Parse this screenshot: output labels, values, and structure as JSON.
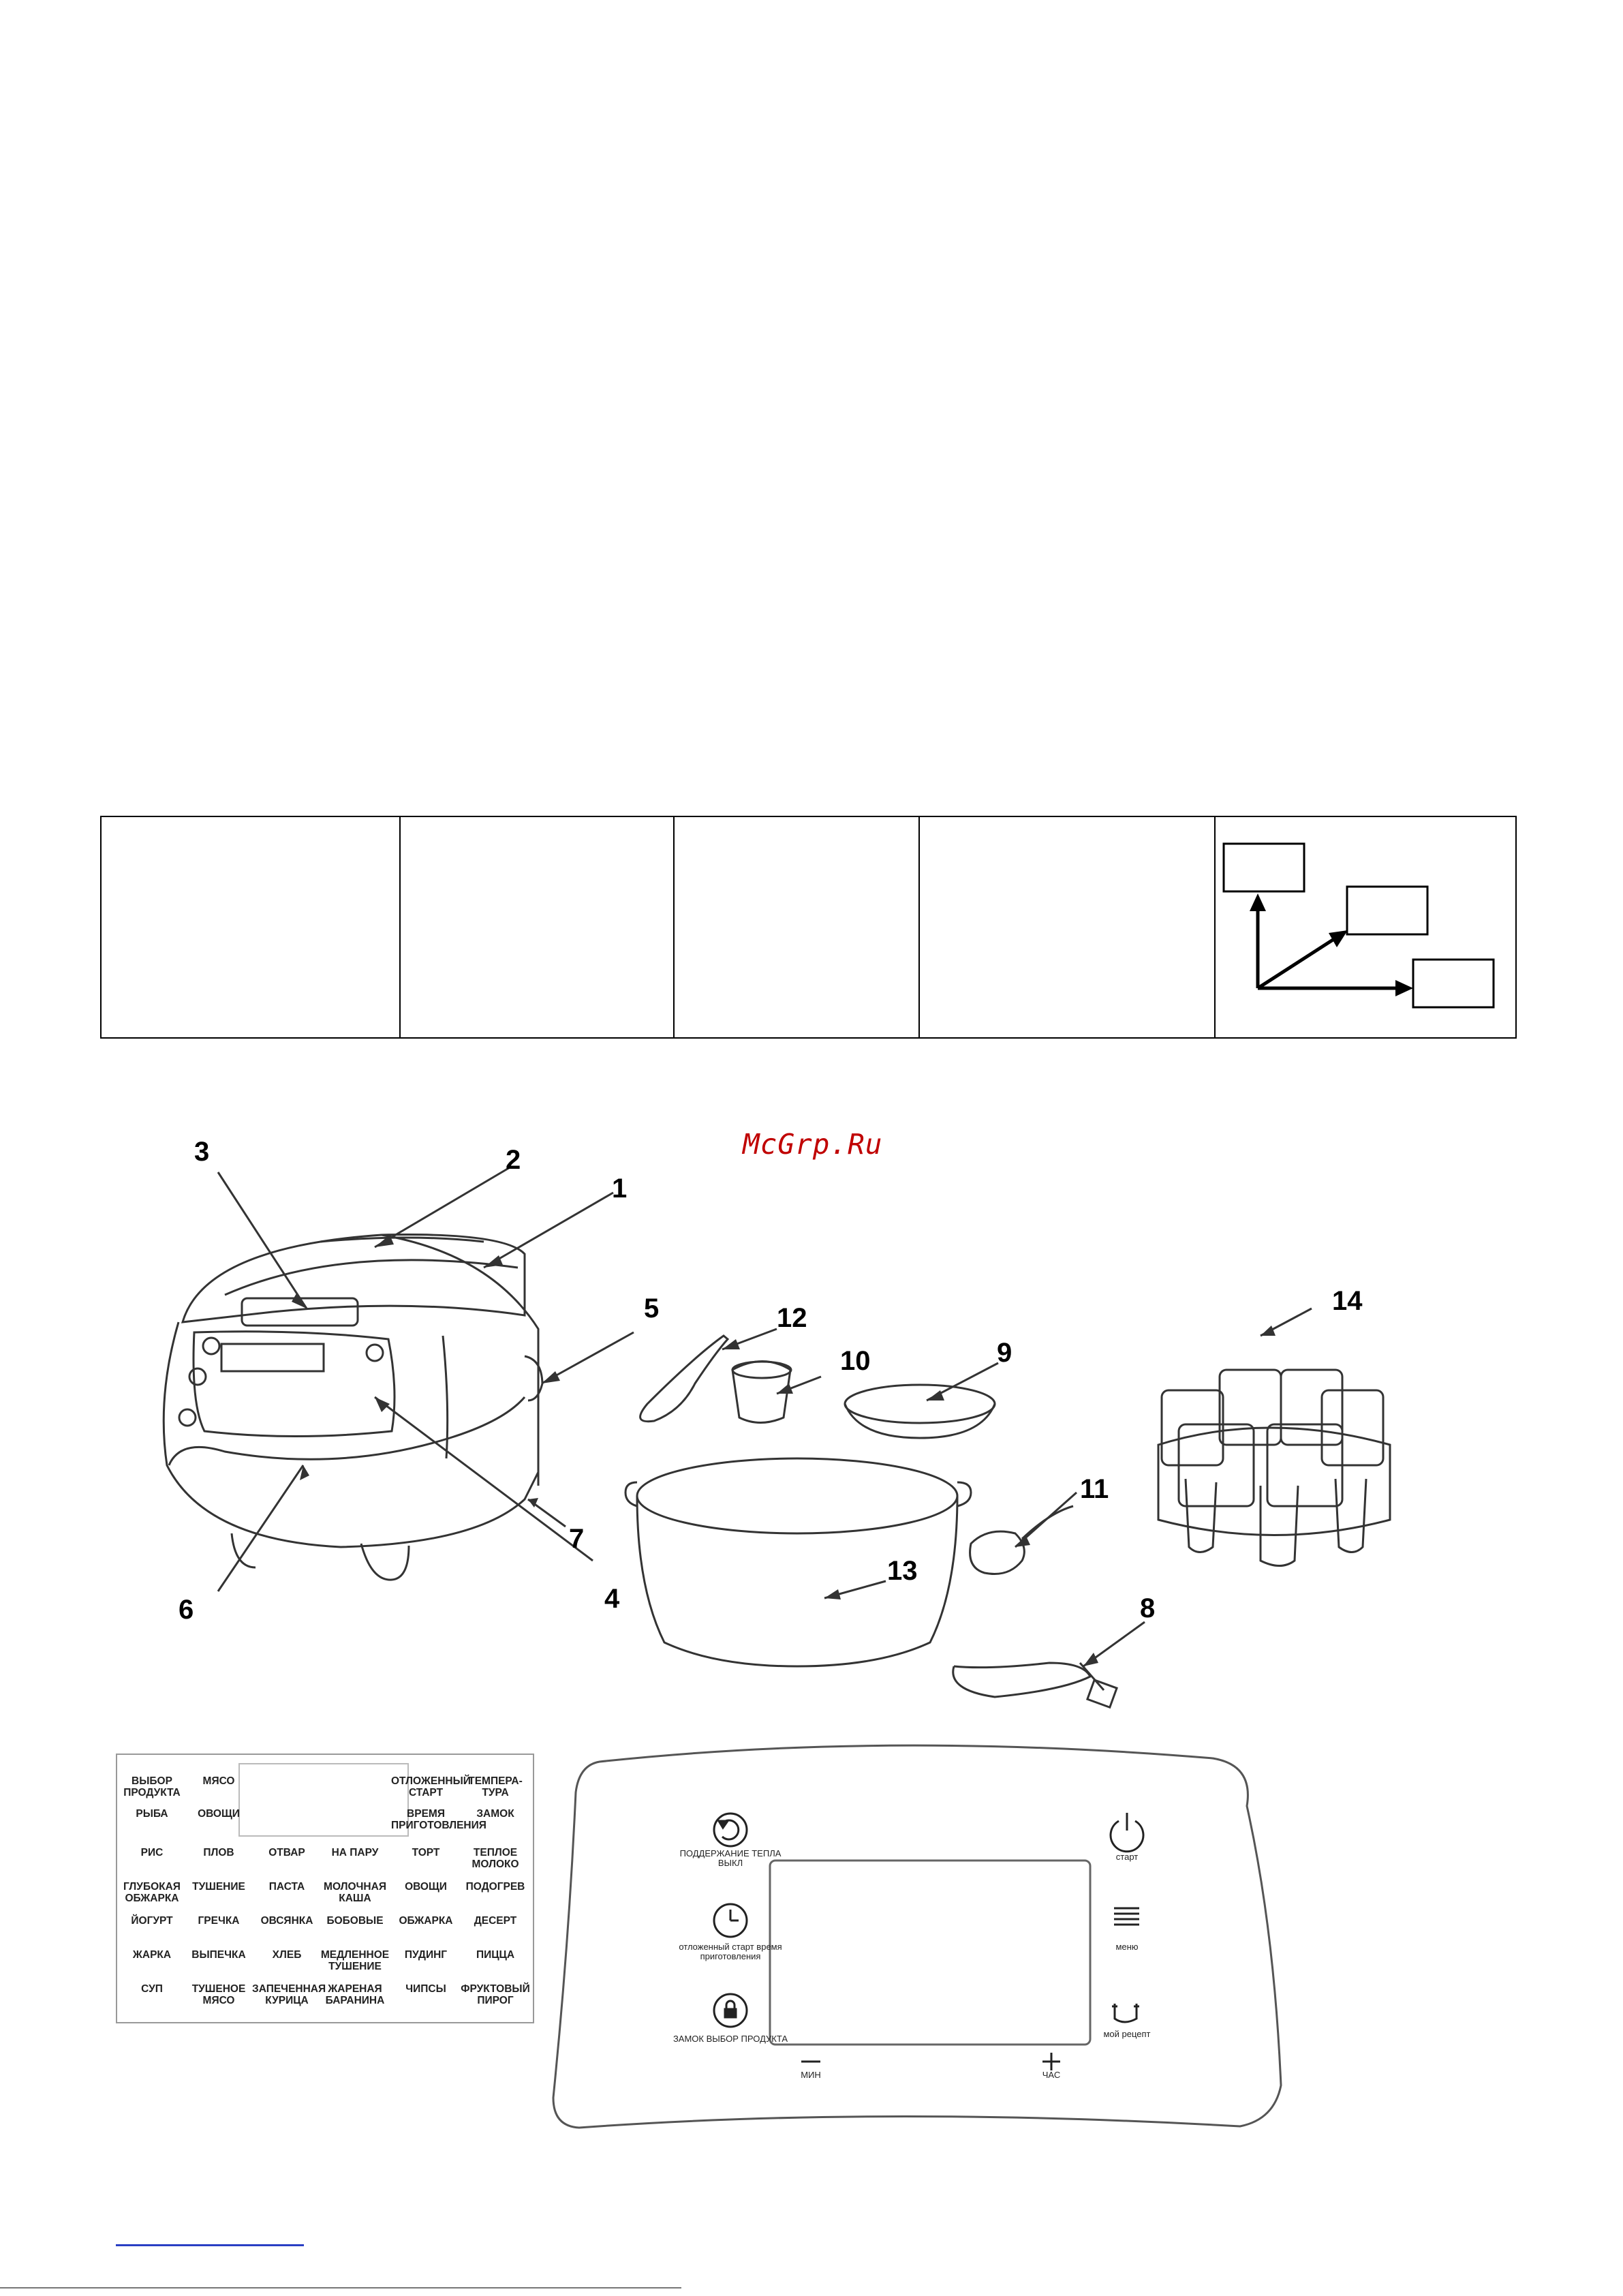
{
  "watermark": "McGrp.Ru",
  "callouts": [
    "1",
    "2",
    "3",
    "4",
    "5",
    "6",
    "7",
    "8",
    "9",
    "10",
    "11",
    "12",
    "13",
    "14"
  ],
  "small_panel": {
    "rows": [
      [
        "ВЫБОР ПРОДУКТА",
        "МЯСО",
        "",
        "",
        "ОТЛОЖЕННЫЙ СТАРТ",
        "ТЕМПЕРА- ТУРА"
      ],
      [
        "РЫБА",
        "ОВОЩИ",
        "",
        "",
        "ВРЕМЯ ПРИГОТОВЛЕНИЯ",
        "ЗАМОК"
      ],
      [
        "РИС",
        "ПЛОВ",
        "ОТВАР",
        "НА ПАРУ",
        "ТОРТ",
        "ТЕПЛОЕ МОЛОКО"
      ],
      [
        "ГЛУБОКАЯ ОБЖАРКА",
        "ТУШЕНИЕ",
        "ПАСТА",
        "МОЛОЧНАЯ КАША",
        "ОВОЩИ",
        "ПОДОГРЕВ"
      ],
      [
        "ЙОГУРТ",
        "ГРЕЧКА",
        "ОВСЯНКА",
        "БОБОВЫЕ",
        "ОБЖАРКА",
        "ДЕСЕРТ"
      ],
      [
        "ЖАРКА",
        "ВЫПЕЧКА",
        "ХЛЕБ",
        "МЕДЛЕННОЕ ТУШЕНИЕ",
        "ПУДИНГ",
        "ПИЦЦА"
      ],
      [
        "СУП",
        "ТУШЕНОЕ МЯСО",
        "ЗАПЕЧЕННАЯ КУРИЦА",
        "ЖАРЕНАЯ БАРАНИНА",
        "ЧИПСЫ",
        "ФРУКТОВЫЙ ПИРОГ"
      ]
    ]
  },
  "big_panel": {
    "keep_warm": "ПОДДЕРЖАНИЕ ТЕПЛА ВЫКЛ",
    "delay": "отложенный старт время приготовления",
    "lock": "ЗАМОК ВЫБОР ПРОДУКТА",
    "start": "старт",
    "menu": "меню",
    "my_recipe": "мой рецепт",
    "minus": "МИН",
    "plus": "ЧАС"
  }
}
